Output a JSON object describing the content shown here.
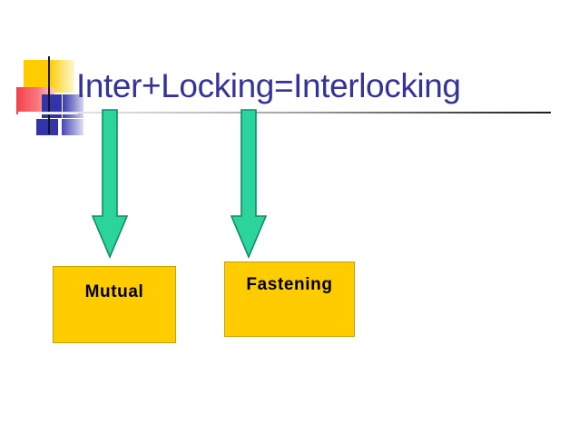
{
  "slide": {
    "title": "Inter+Locking=Interlocking",
    "background_color": "#ffffff"
  },
  "logo": {
    "name": "powerpoint-design-logo",
    "colors": {
      "yellow": "#FFCC00",
      "red": "#F4424A",
      "blue": "#3333AA",
      "rule": "#151515"
    }
  },
  "divider": {
    "color_start": "#EDEDED",
    "color_end": "#1C1C1C"
  },
  "arrows": [
    {
      "name": "arrow-mutual",
      "direction": "down",
      "fill": "#2BD49A",
      "stroke": "#0E8C66"
    },
    {
      "name": "arrow-fastening",
      "direction": "down",
      "fill": "#2BD49A",
      "stroke": "#0E8C66"
    }
  ],
  "boxes": [
    {
      "name": "box-mutual",
      "label": "Mutual",
      "fill": "#FFCC00",
      "border": "#C8A200",
      "text_color": "#000000"
    },
    {
      "name": "box-fastening",
      "label": "Fastening",
      "fill": "#FFCC00",
      "border": "#C8A200",
      "text_color": "#000000"
    }
  ]
}
